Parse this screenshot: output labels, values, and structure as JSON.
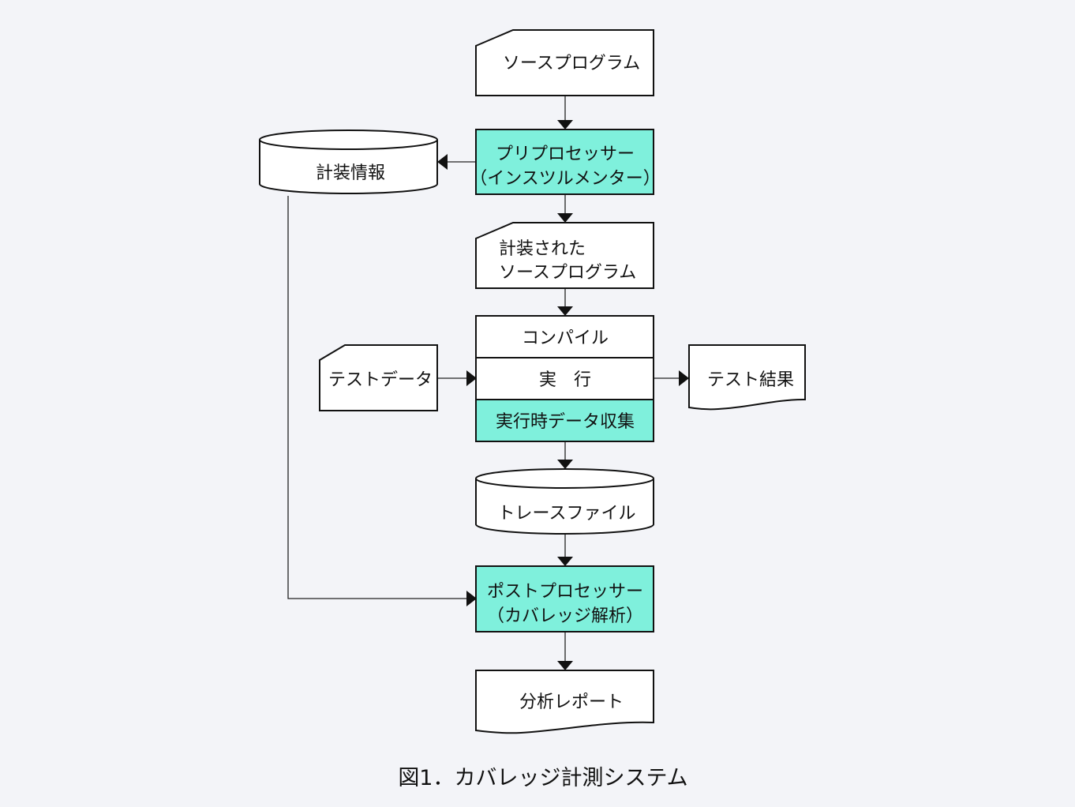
{
  "colors": {
    "process_fill": "#7ff0dc",
    "plain_fill": "#ffffff",
    "line": "#111111",
    "background": "#f3f4f8"
  },
  "nodes": {
    "source_program": {
      "label": "ソースプログラム"
    },
    "preprocessor": {
      "line1": "プリプロセッサー",
      "line2": "（インスツルメンター）"
    },
    "instrumentation_info": {
      "label": "計装情報"
    },
    "instrumented_source": {
      "line1": "計装された",
      "line2": "ソースプログラム"
    },
    "compile": {
      "label": "コンパイル"
    },
    "execute": {
      "label": "実　行"
    },
    "runtime_collect": {
      "label": "実行時データ収集"
    },
    "test_data": {
      "label": "テストデータ"
    },
    "test_result": {
      "label": "テスト結果"
    },
    "trace_file": {
      "label": "トレースファイル"
    },
    "postprocessor": {
      "line1": "ポストプロセッサー",
      "line2": "（カバレッジ解析）"
    },
    "analysis_report": {
      "label": "分析レポート"
    }
  },
  "caption": "図1．カバレッジ計測システム"
}
